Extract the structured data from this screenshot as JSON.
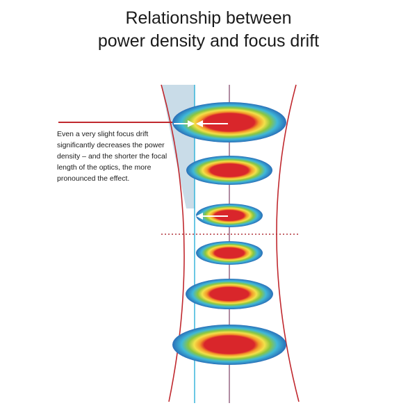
{
  "title": {
    "line1": "Relationship between",
    "line2": "power density and focus drift"
  },
  "caption": "Even a very slight focus drift significantly decreases the power density – and the shorter the focal length of the optics, the more pronounced the effect.",
  "colors": {
    "beam_edge": "#c0282e",
    "axis": "#8e5a7a",
    "drift_line": "#2ab0d8",
    "drift_fill": "#c9dce8",
    "focal_plane": "#b0343a",
    "spot_outer": "#2a6fb8",
    "spot_cyan": "#3fb8d8",
    "spot_green": "#8cc63f",
    "spot_yellow": "#f3e14a",
    "spot_orange": "#f39a2a",
    "spot_core": "#d9262b",
    "arrow": "#ffffff"
  }
}
